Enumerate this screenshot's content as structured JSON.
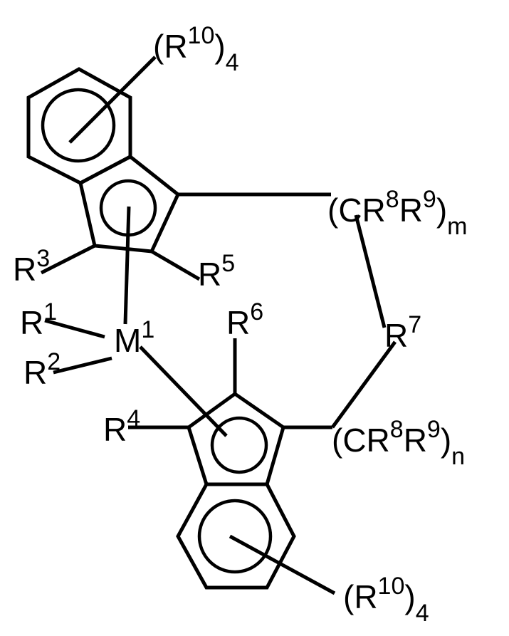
{
  "diagram": {
    "type": "chemical-structure",
    "description": "Bridged bis-indenyl metallocene general formula",
    "metal": {
      "symbol": "M",
      "index": "1"
    },
    "labels": {
      "r10_top": {
        "base": "(R",
        "sup": "10",
        "close": ")",
        "sub": "4"
      },
      "cr8r9_m": {
        "base": "(CR",
        "sup1": "8",
        "mid": "R",
        "sup2": "9",
        "close": ")",
        "sub": "m"
      },
      "r3": {
        "base": "R",
        "sup": "3"
      },
      "r5": {
        "base": "R",
        "sup": "5"
      },
      "r1": {
        "base": "R",
        "sup": "1"
      },
      "m1": {
        "base": "M",
        "sup": "1"
      },
      "r6": {
        "base": "R",
        "sup": "6"
      },
      "r7": {
        "base": "R",
        "sup": "7"
      },
      "r2": {
        "base": "R",
        "sup": "2"
      },
      "r4": {
        "base": "R",
        "sup": "4"
      },
      "cr8r9_n": {
        "base": "(CR",
        "sup1": "8",
        "mid": "R",
        "sup2": "9",
        "close": ")",
        "sub": "n"
      },
      "r10_bottom": {
        "base": "(R",
        "sup": "10",
        "close": ")",
        "sub": "4"
      }
    },
    "stroke_color": "#000000",
    "background": "#ffffff"
  }
}
